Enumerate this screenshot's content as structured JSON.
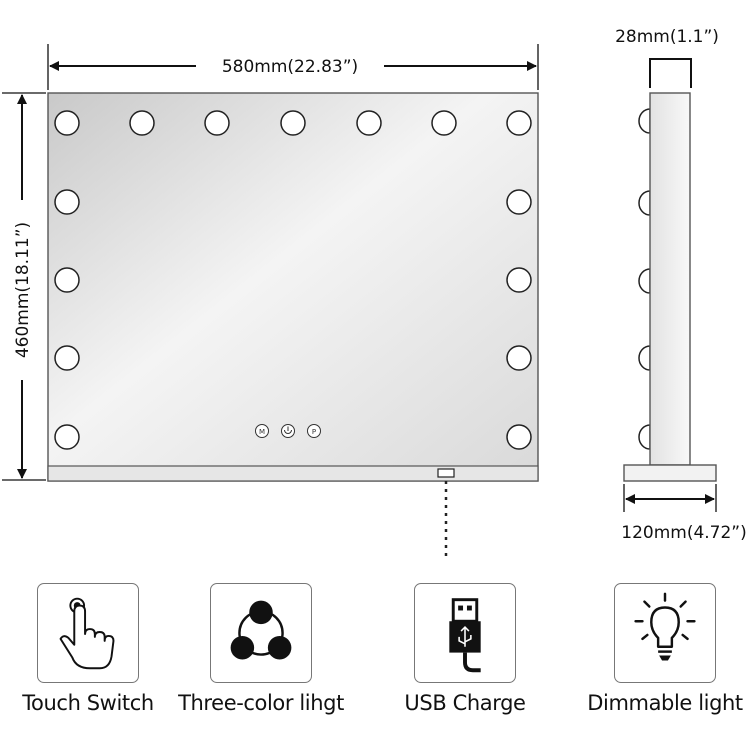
{
  "dimensions": {
    "width": "580mm(22.83”)",
    "height": "460mm(18.11”)",
    "depth": "28mm(1.1”)",
    "base": "120mm(4.72”)"
  },
  "control_buttons": [
    "M",
    "",
    "P"
  ],
  "features": [
    {
      "label": "Touch Switch",
      "icon": "touch-switch-icon"
    },
    {
      "label": "Three-color lihgt",
      "icon": "three-color-icon"
    },
    {
      "label": "USB Charge",
      "icon": "usb-charge-icon"
    },
    {
      "label": "Dimmable light",
      "icon": "dimmable-bulb-icon"
    }
  ]
}
